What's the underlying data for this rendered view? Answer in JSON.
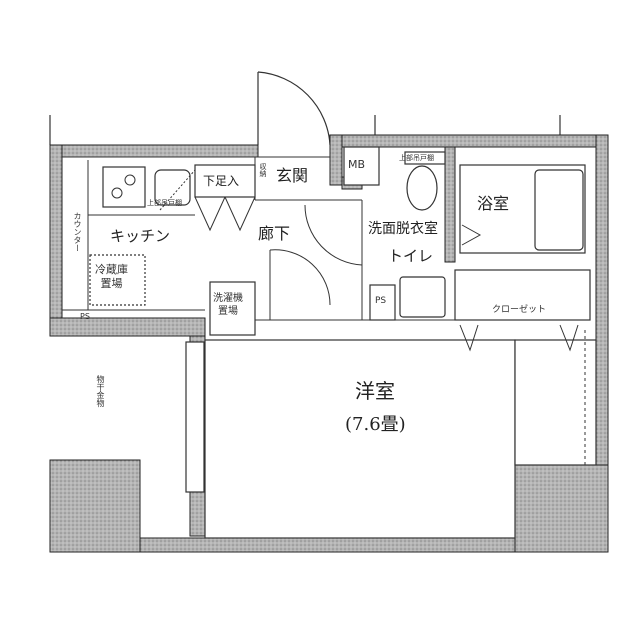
{
  "rooms": {
    "entrance": "玄関",
    "shoe_cabinet": "下足入",
    "kitchen": "キッチン",
    "counter": "カウンター",
    "fridge_space": "冷蔵庫\n置場",
    "washer_space": "洗濯機\n置場",
    "hallway": "廊下",
    "mb": "MB",
    "upper_cabinet_kitchen": "上部吊戸棚",
    "upper_cabinet_toilet": "上部吊戸棚",
    "washroom": "洗面脱衣室",
    "toilet": "トイレ",
    "bathroom": "浴室",
    "ps_kitchen": "PS",
    "ps_toilet": "PS",
    "closet": "クローゼット",
    "western_room": "洋室",
    "western_room_size": "(7.6畳)",
    "drying_hardware": "物干金物",
    "shoe_storage_small": "収納"
  },
  "colors": {
    "wall": "#9a9a9a",
    "line": "#333333"
  }
}
